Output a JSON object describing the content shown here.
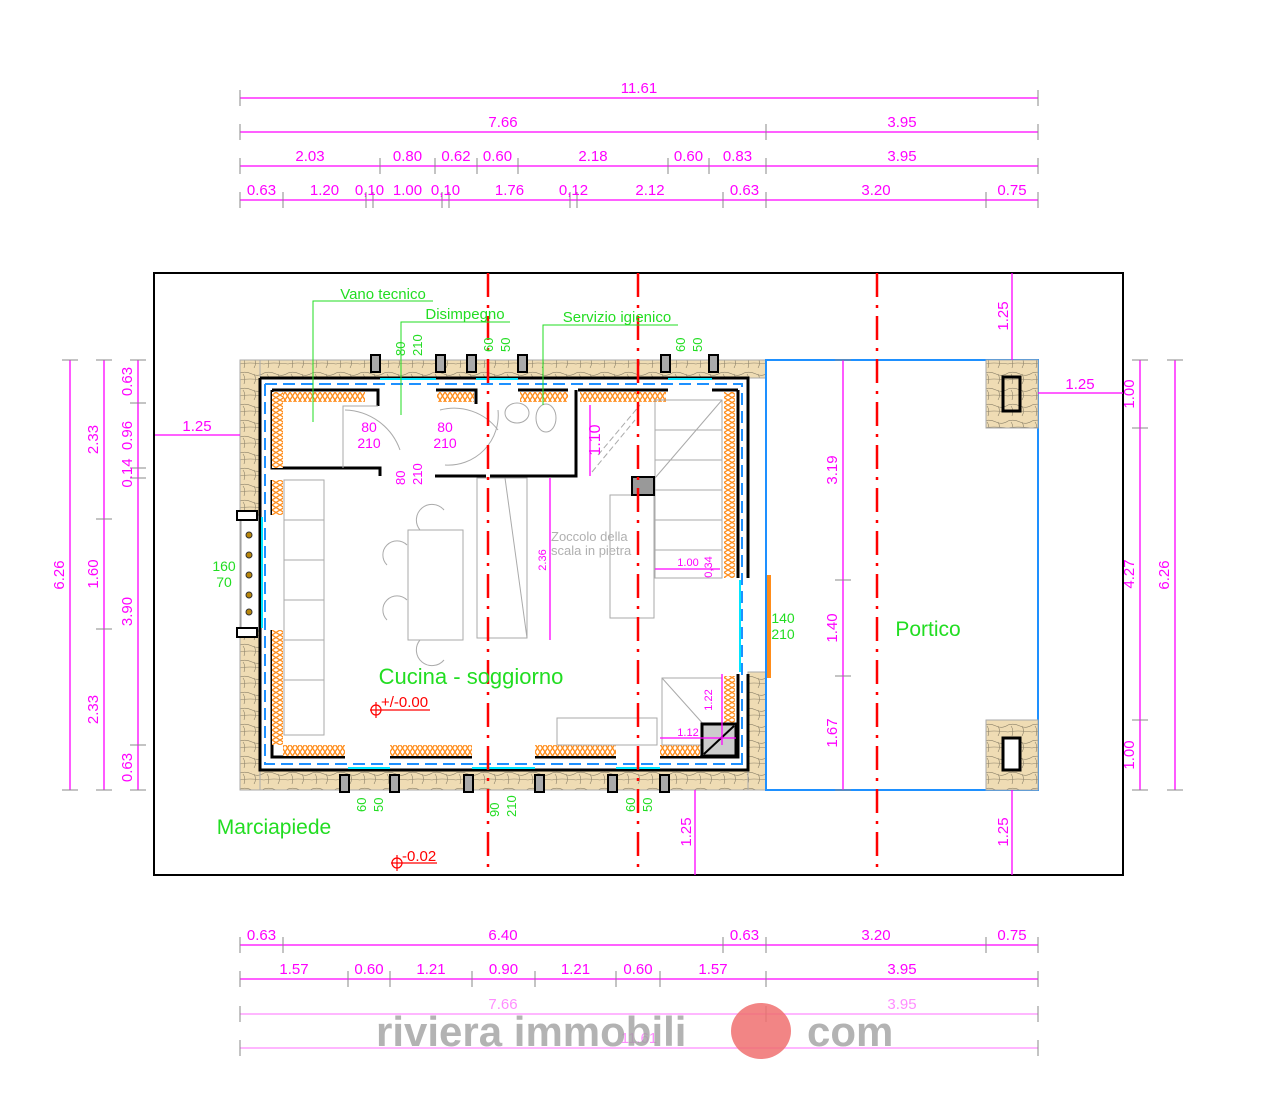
{
  "colors": {
    "dimension": "#ff00ff",
    "label": "#22dd22",
    "axis": "#ff0000",
    "wall": "#000000",
    "stone": "#efdcb4",
    "insulation": "#ff8c1a",
    "portico": "#1e90ff",
    "watermark": "#f07070"
  },
  "dimensions_top": [
    [
      "11.61"
    ],
    [
      "7.66",
      "3.95"
    ],
    [
      "2.03",
      "0.80",
      "0.62",
      "0.60",
      "2.18",
      "0.60",
      "0.83",
      "3.95"
    ],
    [
      "0.63",
      "1.20",
      "0,10",
      "1.00",
      "0,10",
      "1.76",
      "0,12",
      "2.12",
      "0.63",
      "3.20",
      "0.75"
    ]
  ],
  "dimensions_bottom": [
    [
      "0.63",
      "6.40",
      "0.63",
      "3.20",
      "0.75"
    ],
    [
      "1.57",
      "0.60",
      "1.21",
      "0.90",
      "1.21",
      "0.60",
      "1.57",
      "3.95"
    ],
    [
      "7.66",
      "3.95"
    ],
    [
      "11.61"
    ]
  ],
  "dimensions_left": {
    "outer": "6.26",
    "middle": [
      "2.33",
      "1.60",
      "2.33"
    ],
    "inner": [
      "0.63",
      "0.96",
      "0.14",
      "3.90",
      "0.63"
    ]
  },
  "dimensions_right": {
    "inner": [
      "1.00",
      "4.27",
      "1.00"
    ],
    "outer": "6.26"
  },
  "offsets": {
    "left": "1.25",
    "right": "1.25",
    "top_right": "1.25",
    "bottom_right": "1.25",
    "bottom_mid": "1.25"
  },
  "rooms": {
    "vano_tecnico": "Vano tecnico",
    "disimpegno": "Disimpegno",
    "servizio_igienico": "Servizio igienico",
    "cucina_soggiorno": "Cucina - soggiorno",
    "marciapiede": "Marciapiede",
    "portico": "Portico"
  },
  "openings": {
    "top_1": [
      "80",
      "210"
    ],
    "top_2": [
      "60",
      "50"
    ],
    "top_3": [
      "60",
      "50"
    ],
    "left_window": [
      "160",
      "70"
    ],
    "right_door": [
      "140",
      "210"
    ],
    "bottom_1": [
      "60",
      "50"
    ],
    "bottom_2": [
      "90",
      "210"
    ],
    "bottom_3": [
      "60",
      "50"
    ],
    "inner_door_1": [
      "80",
      "210"
    ],
    "inner_door_2": [
      "80",
      "210"
    ],
    "inner_door_3": [
      "80",
      "210"
    ]
  },
  "interior_dims": {
    "bath_stair": "1.10",
    "stair_length": "2.36",
    "landing_w": "1.00",
    "landing_h": "0,34",
    "corner_h": "1.22",
    "corner_w": "1.12",
    "portico_top": "3.19",
    "portico_mid": "1.40",
    "portico_bottom": "1.67"
  },
  "levels": {
    "floor": "+/-0.00",
    "sidewalk": "-0.02"
  },
  "notes": {
    "stair_base": [
      "Zoccolo della",
      "scala in pietra"
    ]
  },
  "watermark": {
    "left": "riviera immobili",
    "right": "com"
  }
}
